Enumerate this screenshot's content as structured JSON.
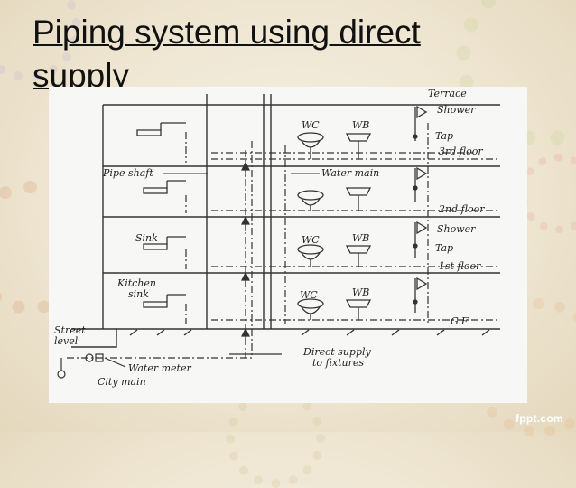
{
  "slide": {
    "title": "Piping system using direct supply",
    "watermark": "fppt.com"
  },
  "diagram": {
    "labels": {
      "terrace": "Terrace",
      "shower_top": "Shower",
      "tap_top": "Tap",
      "third_floor": "3rd floor",
      "wc_3": "WC",
      "wb_3": "WB",
      "pipe_shaft": "Pipe shaft",
      "water_main": "Water main",
      "second_floor": "2nd floor",
      "sink": "Sink",
      "wc_1": "WC",
      "wb_1": "WB",
      "shower_1": "Shower",
      "tap_1": "Tap",
      "first_floor": "1st floor",
      "kitchen": "Kitchen",
      "kitchen_sink": "sink",
      "wc_g": "WC",
      "wb_g": "WB",
      "ground_floor": "G.F",
      "street": "Street",
      "level": "level",
      "direct_supply": "Direct supply",
      "to_fixtures": "to fixtures",
      "water_meter": "Water meter",
      "city_main": "City main"
    }
  }
}
